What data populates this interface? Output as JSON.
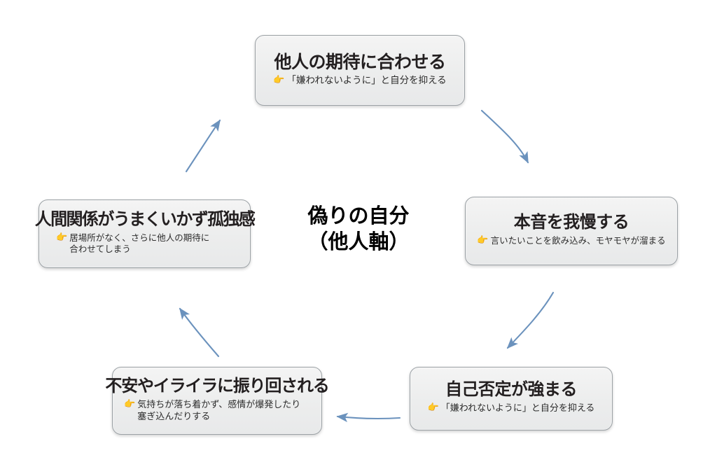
{
  "diagram": {
    "center": {
      "line1": "偽りの自分",
      "line2": "（他人軸）"
    },
    "accent_color": "#6b92bd",
    "box_fill": "#efefef",
    "box_border": "#9aa0a4",
    "hand_icon_color": "#f0a830",
    "hand_icon": "👉",
    "nodes": [
      {
        "id": "node-top",
        "title": "他人の期待に合わせる",
        "sub_line1": "「嫌われないように」と自分を抑える",
        "sub_line2": ""
      },
      {
        "id": "node-right",
        "title": "本音を我慢する",
        "sub_line1": "言いたいことを飲み込み、モヤモヤが溜まる",
        "sub_line2": ""
      },
      {
        "id": "node-bottom-right",
        "title": "自己否定が強まる",
        "sub_line1": "「嫌われないように」と自分を抑える",
        "sub_line2": ""
      },
      {
        "id": "node-bottom-left",
        "title": "不安やイライラに振り回される",
        "sub_line1": "気持ちが落ち着かず、感情が爆発したり",
        "sub_line2": "塞ぎ込んだりする"
      },
      {
        "id": "node-left",
        "title": "人間関係がうまくいかず孤独感",
        "sub_line1": "居場所がなく、さらに他人の期待に",
        "sub_line2": "合わせてしまう"
      }
    ],
    "arrows": [
      {
        "id": "arrow-top-to-right",
        "from": "node-top",
        "to": "node-right",
        "direction": "down-right"
      },
      {
        "id": "arrow-right-to-bottom-right",
        "from": "node-right",
        "to": "node-bottom-right",
        "direction": "down-left"
      },
      {
        "id": "arrow-bottom-right-to-left",
        "from": "node-bottom-right",
        "to": "node-bottom-left",
        "direction": "left"
      },
      {
        "id": "arrow-bottom-left-to-left",
        "from": "node-bottom-left",
        "to": "node-left",
        "direction": "up-left"
      },
      {
        "id": "arrow-left-to-top",
        "from": "node-left",
        "to": "node-top",
        "direction": "up-right"
      }
    ]
  }
}
